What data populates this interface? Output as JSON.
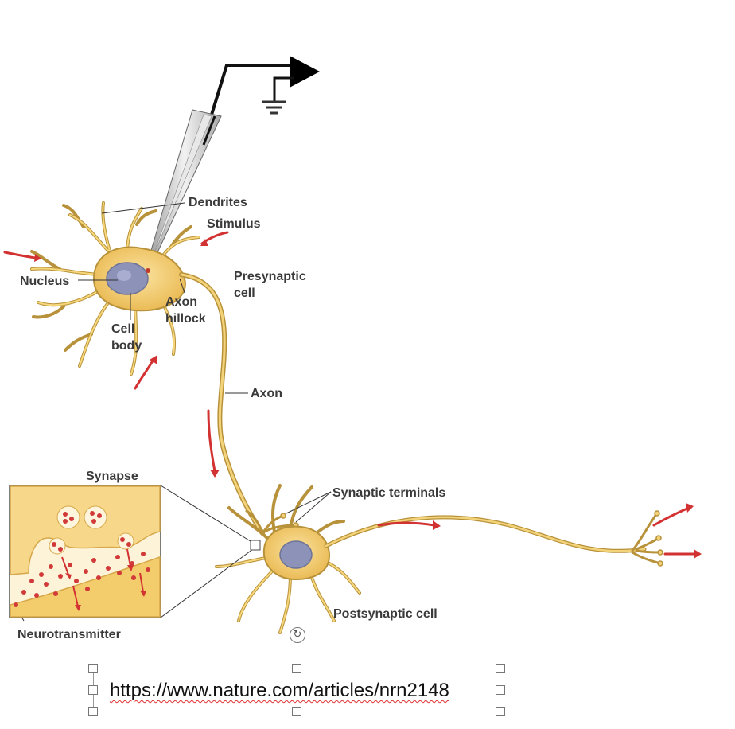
{
  "labels": {
    "dendrites": "Dendrites",
    "stimulus": "Stimulus",
    "nucleus": "Nucleus",
    "presynaptic_1": "Presynaptic",
    "presynaptic_2": "cell",
    "axon_hillock_1": "Axon",
    "axon_hillock_2": "hillock",
    "cell_body_1": "Cell",
    "cell_body_2": "body",
    "axon": "Axon",
    "synapse": "Synapse",
    "synaptic_terminals": "Synaptic terminals",
    "postsynaptic_cell": "Postsynaptic cell",
    "neurotransmitter": "Neurotransmitter"
  },
  "textbox": {
    "url": "https://www.nature.com/articles/nrn2148"
  },
  "icons": {
    "rotate": "rotate-icon"
  },
  "colors": {
    "neuron": "#f0c862",
    "neuron_outline": "#b8923a",
    "nucleus": "#8d93b8",
    "arrow": "#d23232",
    "vesicle": "#d23a3a",
    "electrode": "#cfcfcf"
  }
}
